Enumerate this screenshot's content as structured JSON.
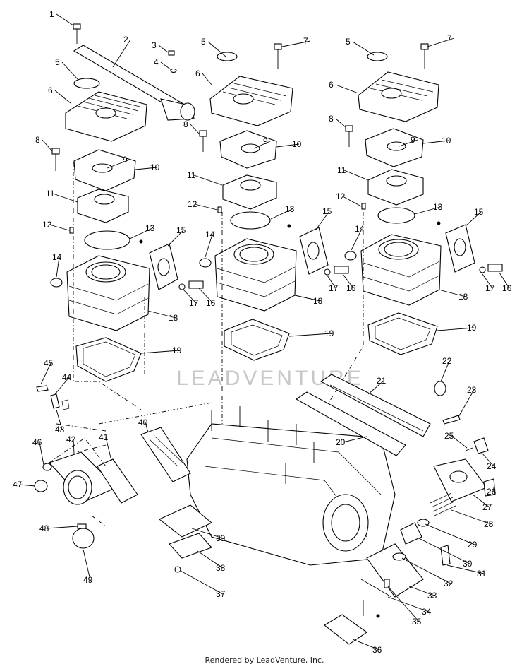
{
  "watermark": "LEADVENTURE",
  "footer": "Rendered by LeadVenture, Inc.",
  "callouts": [
    {
      "n": "1"
    },
    {
      "n": "2"
    },
    {
      "n": "3"
    },
    {
      "n": "4"
    },
    {
      "n": "5"
    },
    {
      "n": "6"
    },
    {
      "n": "8"
    },
    {
      "n": "9"
    },
    {
      "n": "10"
    },
    {
      "n": "11"
    },
    {
      "n": "12"
    },
    {
      "n": "13"
    },
    {
      "n": "14"
    },
    {
      "n": "15"
    },
    {
      "n": "17"
    },
    {
      "n": "16"
    },
    {
      "n": "18"
    },
    {
      "n": "19"
    },
    {
      "n": "5"
    },
    {
      "n": "7"
    },
    {
      "n": "6"
    },
    {
      "n": "8"
    },
    {
      "n": "9"
    },
    {
      "n": "10"
    },
    {
      "n": "11"
    },
    {
      "n": "12"
    },
    {
      "n": "13"
    },
    {
      "n": "14"
    },
    {
      "n": "15"
    },
    {
      "n": "17"
    },
    {
      "n": "16"
    },
    {
      "n": "18"
    },
    {
      "n": "19"
    },
    {
      "n": "5"
    },
    {
      "n": "7"
    },
    {
      "n": "6"
    },
    {
      "n": "8"
    },
    {
      "n": "9"
    },
    {
      "n": "10"
    },
    {
      "n": "11"
    },
    {
      "n": "12"
    },
    {
      "n": "13"
    },
    {
      "n": "14"
    },
    {
      "n": "15"
    },
    {
      "n": "17"
    },
    {
      "n": "16"
    },
    {
      "n": "18"
    },
    {
      "n": "19"
    },
    {
      "n": "45"
    },
    {
      "n": "44"
    },
    {
      "n": "43"
    },
    {
      "n": "46"
    },
    {
      "n": "42"
    },
    {
      "n": "41"
    },
    {
      "n": "40"
    },
    {
      "n": "47"
    },
    {
      "n": "48"
    },
    {
      "n": "49"
    },
    {
      "n": "39"
    },
    {
      "n": "38"
    },
    {
      "n": "37"
    },
    {
      "n": "21"
    },
    {
      "n": "22"
    },
    {
      "n": "23"
    },
    {
      "n": "20"
    },
    {
      "n": "25"
    },
    {
      "n": "24"
    },
    {
      "n": "26"
    },
    {
      "n": "27"
    },
    {
      "n": "28"
    },
    {
      "n": "29"
    },
    {
      "n": "30"
    },
    {
      "n": "31"
    },
    {
      "n": "32"
    },
    {
      "n": "33"
    },
    {
      "n": "34"
    },
    {
      "n": "35"
    },
    {
      "n": "36"
    }
  ]
}
